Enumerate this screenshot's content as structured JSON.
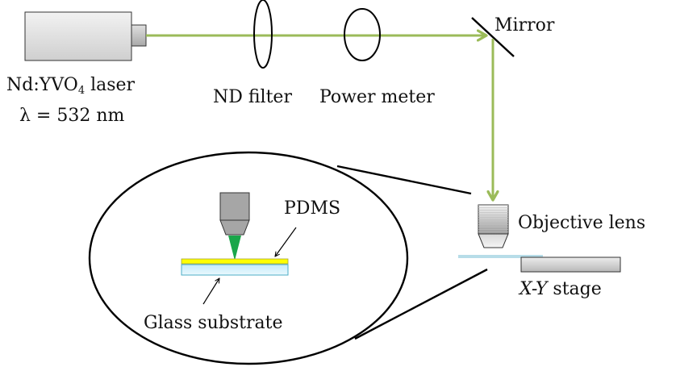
{
  "title": "Laser writing setup schematic",
  "colors": {
    "beam": "#9bbb59",
    "focus_cone": "#1aa64a",
    "pdms": "#ffff00",
    "glass": "#d6f0fa",
    "glass_edge": "#4bacc6",
    "objective_dark": "#a0a0a0",
    "outline": "#000000"
  },
  "components": {
    "laser": {
      "name": "Nd:YVO",
      "name_sub": "4",
      "name_suffix": " laser",
      "wavelength_label": "λ = 532 nm"
    },
    "nd_filter": {
      "label": "ND filter"
    },
    "power_meter": {
      "label": "Power meter"
    },
    "mirror": {
      "label": "Mirror"
    },
    "objective": {
      "label": "Objective lens"
    },
    "stage": {
      "label_axis": "X-Y",
      "label_suffix": " stage"
    }
  },
  "inset": {
    "pdms_label": "PDMS",
    "glass_label": "Glass substrate"
  }
}
